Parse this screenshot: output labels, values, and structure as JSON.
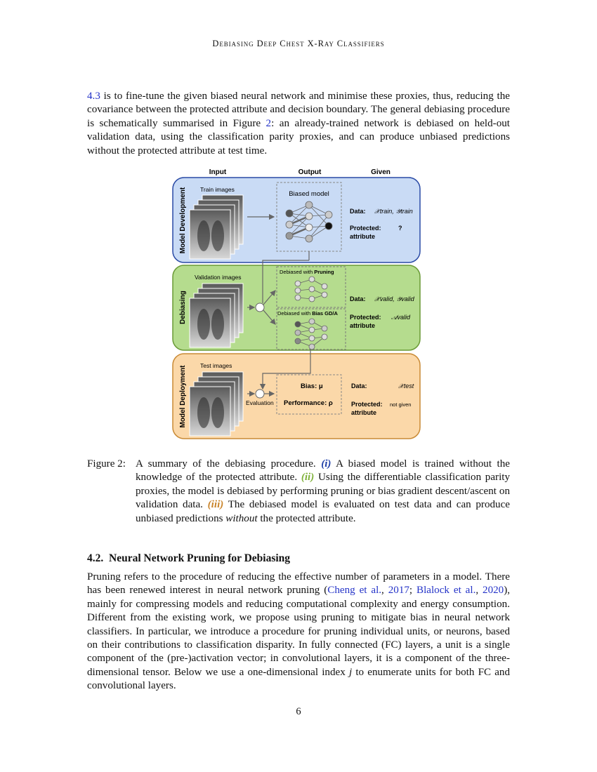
{
  "header": {
    "running_title": "Debiasing Deep Chest X-Ray Classifiers"
  },
  "intro": {
    "ref": "4.3",
    "text_a": " is to fine-tune the given biased neural network and minimise these proxies, thus, reducing the covariance between the protected attribute and decision boundary. The general debiasing procedure is schematically summarised in Figure ",
    "fig_ref": "2",
    "text_b": ": an already-trained network is debiased on held-out validation data, using the classification parity proxies, and can produce unbiased predictions without the protected attribute at test time."
  },
  "figure": {
    "col_input": "Input",
    "col_output": "Output",
    "col_given": "Given",
    "dev": {
      "label": "Model Development",
      "images_label": "Train images",
      "model_label": "Biased model",
      "data_label": "Data:",
      "data_value": "𝒳train, 𝒴train",
      "protected_label": "Protected:",
      "protected_label2": "attribute",
      "protected_value": "?"
    },
    "deb": {
      "label": "Debiasing",
      "images_label": "Validation images",
      "pruning_label": "Debiased with ",
      "pruning_bold": "Pruning",
      "gd_label": "Debiased with ",
      "gd_bold": "Bias GD/A",
      "data_label": "Data:",
      "data_value": "𝒳valid, 𝒴valid",
      "protected_label": "Protected:",
      "protected_label2": "attribute",
      "protected_value": "𝒜valid"
    },
    "dep": {
      "label": "Model Deployment",
      "images_label": "Test images",
      "eval_label": "Evaluation",
      "bias_label": "Bias: μ",
      "perf_label": "Performance: ρ",
      "data_label": "Data:",
      "data_value": "𝒳test",
      "protected_label": "Protected:",
      "protected_label2": "attribute",
      "protected_value": "not given"
    },
    "colors": {
      "dev_fill": "#c9dbf5",
      "dev_stroke": "#2a4ba6",
      "deb_fill": "#b5dc8e",
      "deb_stroke": "#6a9a36",
      "dep_fill": "#fbd8a9",
      "dep_stroke": "#c98a35"
    }
  },
  "caption": {
    "label": "Figure 2:",
    "p1": "A summary of the debiasing procedure. ",
    "r1": "(i)",
    "p2": " A biased model is trained without the knowledge of the protected attribute. ",
    "r2": "(ii)",
    "p3": " Using the differentiable classification parity proxies, the model is debiased by performing pruning or bias gradient descent/ascent on validation data. ",
    "r3": "(iii)",
    "p4": " The debiased model is evaluated on test data and can produce unbiased predictions ",
    "p4_em": "without",
    "p5": " the protected attribute."
  },
  "section": {
    "number": "4.2.",
    "title": "Neural Network Pruning for Debiasing"
  },
  "body": {
    "t1": "Pruning refers to the procedure of reducing the effective number of parameters in a model. There has been renewed interest in neural network pruning (",
    "c1": "Cheng et al.",
    "s1": ", ",
    "c1y": "2017",
    "s2": "; ",
    "c2": "Blalock et al.",
    "s3": ", ",
    "c2y": "2020",
    "t2": "), mainly for compressing models and reducing computational complexity and energy consumption. Different from the existing work, we propose using pruning to mitigate bias in neural network classifiers. In particular, we introduce a procedure for pruning individual units, or neurons, based on their contributions to classification disparity. In fully connected (FC) layers, a unit is a single component of the (pre-)activation vector; in convolutional layers, it is a component of the three-dimensional tensor. Below we use a one-dimensional index ",
    "t2_em": "j",
    "t3": " to enumerate units for both FC and convolutional layers."
  },
  "page_number": "6"
}
